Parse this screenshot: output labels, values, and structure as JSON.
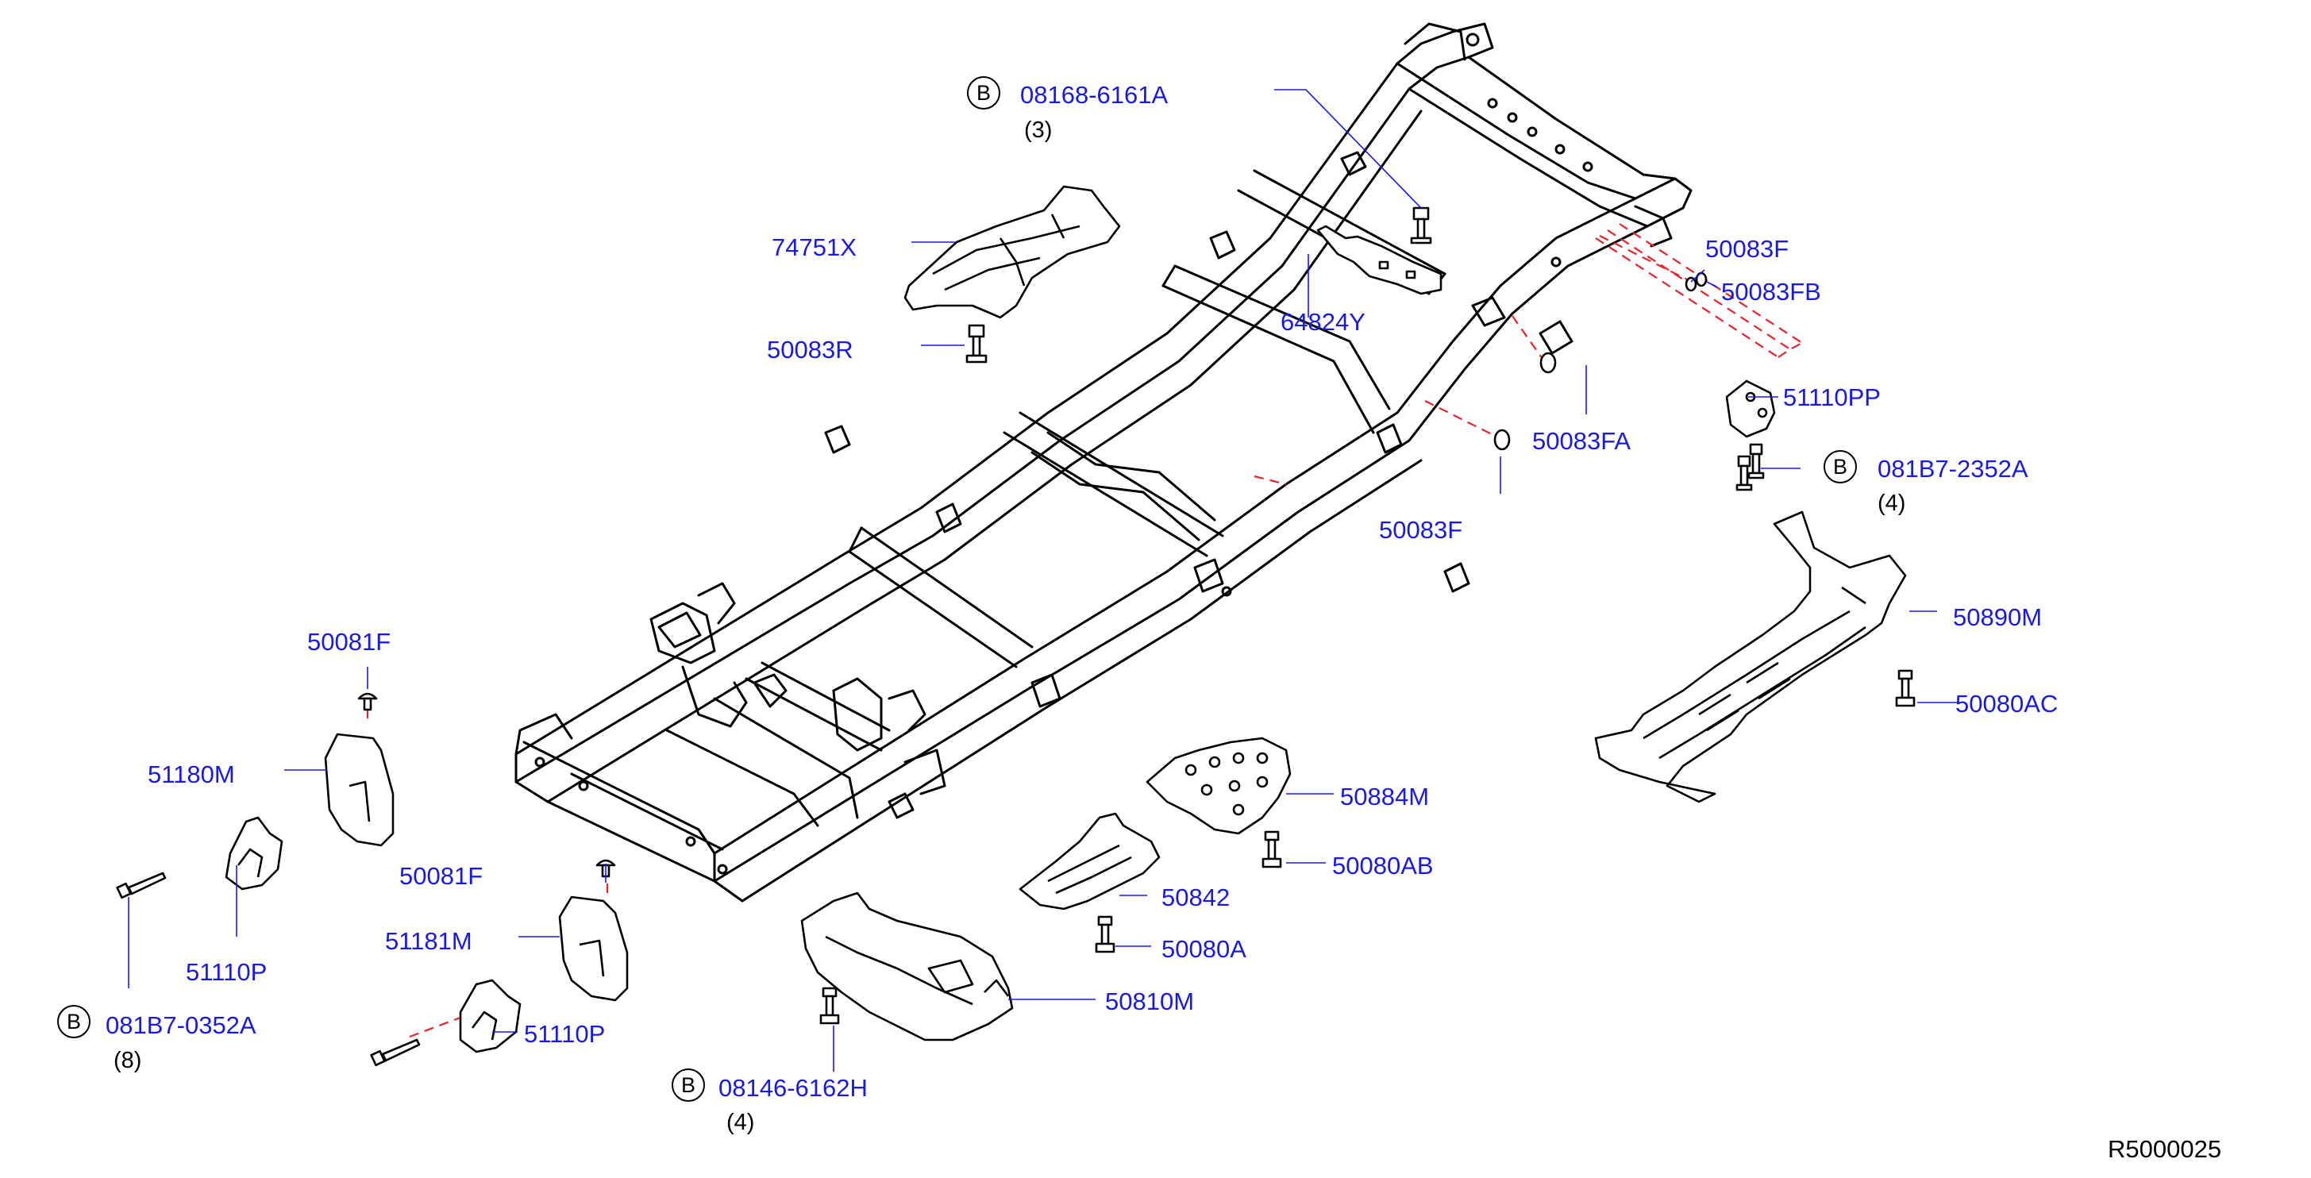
{
  "diagram_code": "R5000025",
  "bolt_marker": "B",
  "colors": {
    "label": "#1a1adf",
    "leader": "#1a1adf",
    "hidden_line": "#e8222a",
    "part_outline": "#000000"
  },
  "callouts": [
    {
      "id": "c1",
      "part_no": "08168-6161A",
      "qty": "(3)",
      "bolt": true
    },
    {
      "id": "c2",
      "part_no": "74751X"
    },
    {
      "id": "c3",
      "part_no": "50083R"
    },
    {
      "id": "c4",
      "part_no": "64824Y"
    },
    {
      "id": "c5",
      "part_no": "50083F"
    },
    {
      "id": "c6",
      "part_no": "50083FB"
    },
    {
      "id": "c7",
      "part_no": "50083FA"
    },
    {
      "id": "c8",
      "part_no": "51110PP"
    },
    {
      "id": "c9",
      "part_no": "081B7-2352A",
      "qty": "(4)",
      "bolt": true
    },
    {
      "id": "c10",
      "part_no": "50083F"
    },
    {
      "id": "c11",
      "part_no": "50890M"
    },
    {
      "id": "c12",
      "part_no": "50080AC"
    },
    {
      "id": "c13",
      "part_no": "50081F"
    },
    {
      "id": "c14",
      "part_no": "51180M"
    },
    {
      "id": "c15",
      "part_no": "51110P"
    },
    {
      "id": "c16",
      "part_no": "081B7-0352A",
      "qty": "(8)",
      "bolt": true
    },
    {
      "id": "c17",
      "part_no": "50081F"
    },
    {
      "id": "c18",
      "part_no": "51181M"
    },
    {
      "id": "c19",
      "part_no": "51110P"
    },
    {
      "id": "c20",
      "part_no": "50884M"
    },
    {
      "id": "c21",
      "part_no": "50080AB"
    },
    {
      "id": "c22",
      "part_no": "50842"
    },
    {
      "id": "c23",
      "part_no": "50080A"
    },
    {
      "id": "c24",
      "part_no": "50810M"
    },
    {
      "id": "c25",
      "part_no": "08146-6162H",
      "qty": "(4)",
      "bolt": true
    }
  ]
}
